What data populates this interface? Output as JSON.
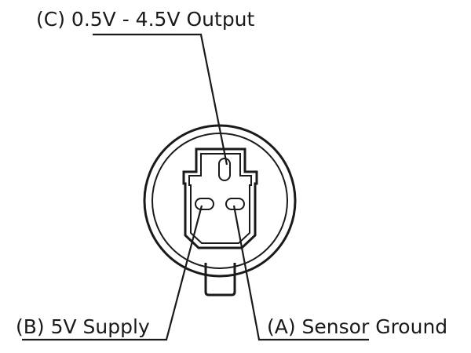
{
  "labels": {
    "output_pin": "(C) 0.5V - 4.5V Output",
    "supply_pin": "(B) 5V Supply",
    "ground_pin": "(A) Sensor Ground"
  }
}
